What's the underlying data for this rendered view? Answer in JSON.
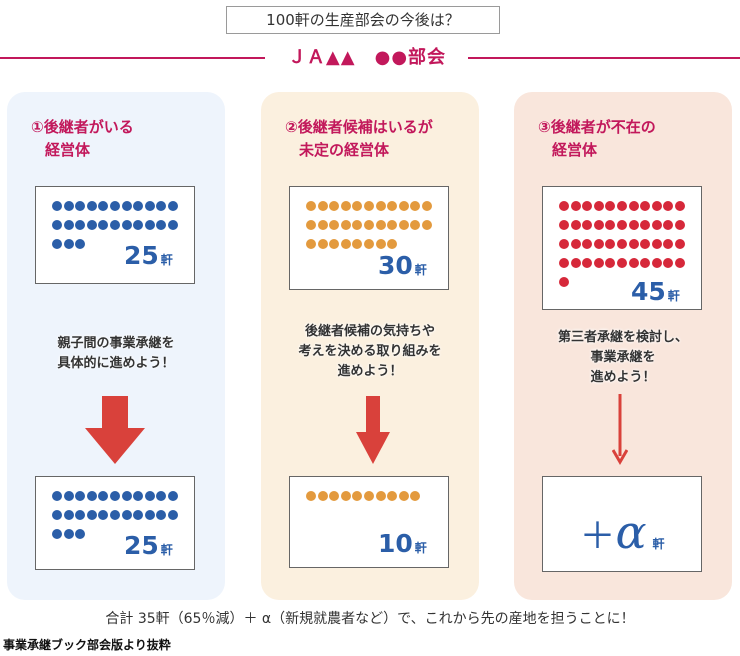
{
  "title": "100軒の生産部会の今後は？",
  "organization": "ＪＡ▲▲　●●部会",
  "colors": {
    "accent": "#c2185b",
    "count_text": "#2b5ea8",
    "arrow": "#d9413b"
  },
  "panels": [
    {
      "title_line1": "①後継者がいる",
      "title_line2": "経営体",
      "before": {
        "dots": 25,
        "count": "25",
        "unit": "軒"
      },
      "message": [
        "親子間の事業承継を",
        "具体的に進めよう！"
      ],
      "after": {
        "dots": 25,
        "count": "25",
        "unit": "軒"
      }
    },
    {
      "title_line1": "②後継者候補はいるが",
      "title_line2": "未定の経営体",
      "before": {
        "dots": 30,
        "count": "30",
        "unit": "軒"
      },
      "message": [
        "後継者候補の気持ちや",
        "考えを決める取り組みを",
        "進めよう！"
      ],
      "after": {
        "dots": 10,
        "count": "10",
        "unit": "軒"
      }
    },
    {
      "title_line1": "③後継者が不在の",
      "title_line2": "経営体",
      "before": {
        "dots": 45,
        "count": "45",
        "unit": "軒"
      },
      "message": [
        "第三者承継を検討し、",
        "事業承継を",
        "進めよう！"
      ],
      "after": {
        "plus": "＋",
        "symbol": "α",
        "unit": "軒"
      }
    }
  ],
  "summary": "合計 35軒（65％減）＋ α（新規就農者など）で、これから先の産地を担うことに！",
  "source": "事業承継ブック部会版より抜粋"
}
